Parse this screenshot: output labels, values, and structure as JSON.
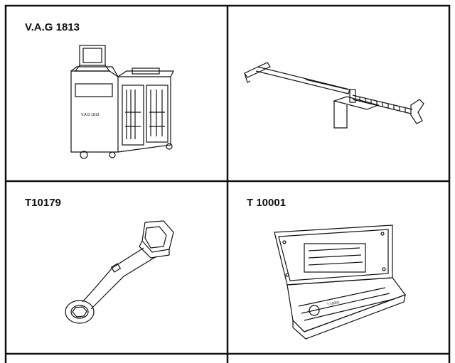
{
  "cells": [
    {
      "label": "V.A.G 1813",
      "device_label": "V.A.G 1813",
      "illustration": "diagnostic-cabinet"
    },
    {
      "label": "",
      "illustration": "lever-support-tool"
    },
    {
      "label": "T10179",
      "illustration": "offset-ring-wrench"
    },
    {
      "label": "T 10001",
      "kit_label": "T 10001",
      "illustration": "tool-case"
    }
  ]
}
